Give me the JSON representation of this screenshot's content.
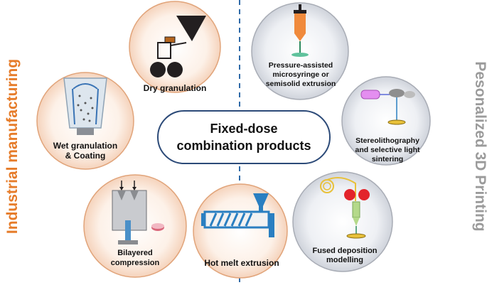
{
  "center": {
    "line1": "Fixed-dose",
    "line2": "combination products"
  },
  "left_title": "Industrial manufacturing",
  "right_title": "Pesonalized 3D Printing",
  "nodes": {
    "dry": "Dry granulation",
    "wet1": "Wet granulation",
    "wet2": "& Coating",
    "bilayer1": "Bilayered",
    "bilayer2": "compression",
    "hme": "Hot melt extrusion",
    "pam1": "Pressure-assisted",
    "pam2": "microsyringe or",
    "pam3": "semisolid extrusion",
    "sla1": "Stereolithography",
    "sla2": "and selective light",
    "sla3": "sintering",
    "fdm1": "Fused deposition",
    "fdm2": "modelling"
  },
  "colors": {
    "industrial": "#e67c2a",
    "printing": "#9b9b9b",
    "industrial_circle_fill": "#fbe6d7",
    "printing_circle_fill": "#e3e5ea",
    "divider": "#2f6aa8",
    "center_border": "#2c4a78"
  }
}
